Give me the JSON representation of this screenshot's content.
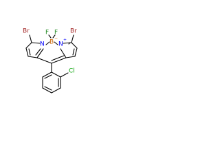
{
  "molecule": {
    "atoms": {
      "br_left": "Br",
      "br_right": "Br",
      "f_left": "F",
      "f_right": "F",
      "n_left": "N",
      "n_right": "N",
      "b_center": "B",
      "b_charge": "−",
      "n_right_charge": "+",
      "cl": "Cl"
    },
    "colors": {
      "bond": "#000000",
      "carbon": "#000000",
      "bromine": "#a52a2a",
      "fluorine": "#228b22",
      "nitrogen": "#0000ff",
      "boron": "#cc6600",
      "chlorine": "#00a000"
    }
  }
}
